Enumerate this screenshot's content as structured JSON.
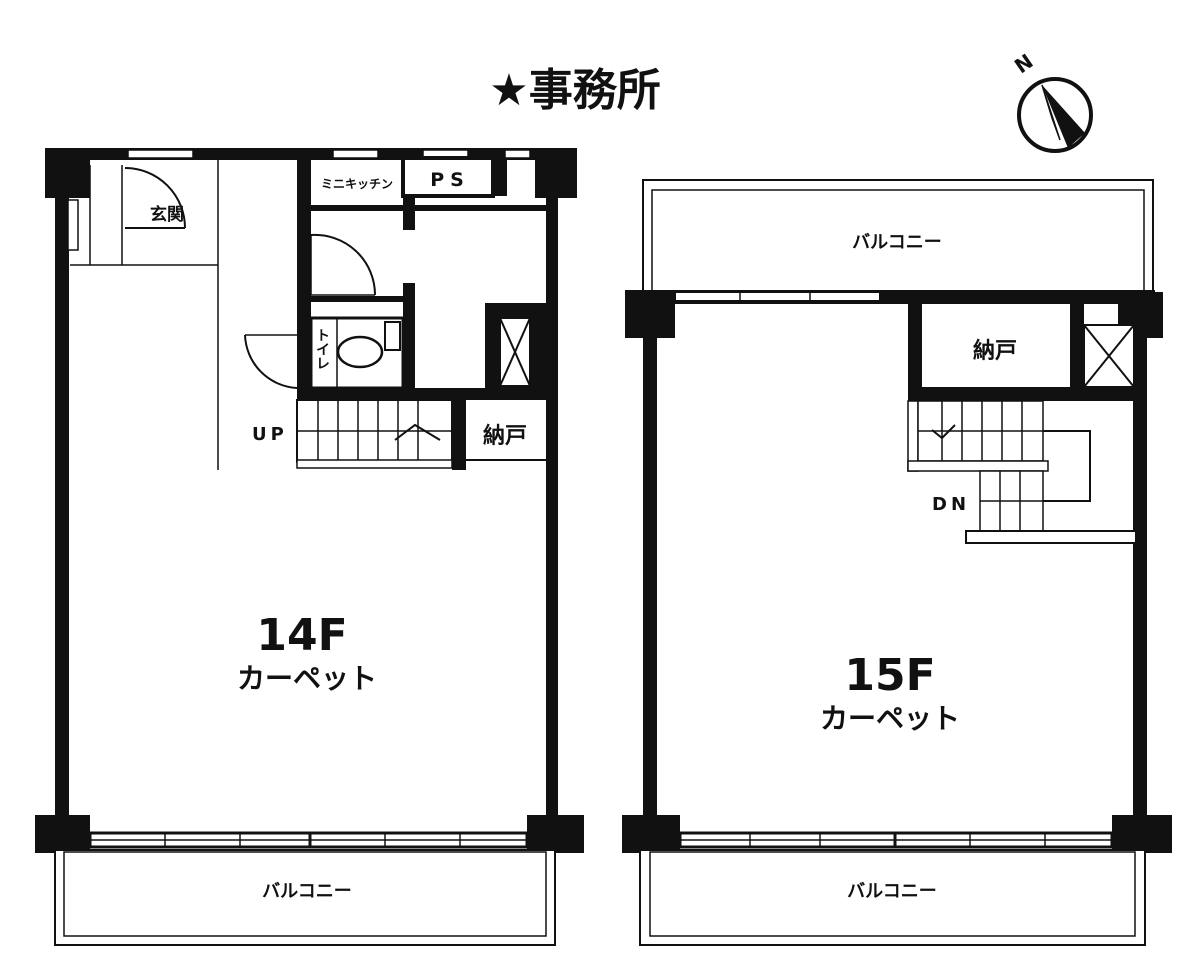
{
  "title": "★事務所",
  "compass": {
    "letter": "N"
  },
  "floor14": {
    "name": "14F",
    "floor_label": "カーペット",
    "entrance": "玄関",
    "kitchen": "ミニキッチン",
    "ps": "PS",
    "toilet": "トイレ",
    "stairs": "UP",
    "storage": "納戸",
    "balcony": "バルコニー"
  },
  "floor15": {
    "name": "15F",
    "floor_label": "カーペット",
    "balcony_top": "バルコニー",
    "storage": "納戸",
    "stairs": "DN",
    "balcony_bottom": "バルコニー"
  },
  "colors": {
    "wall": "#111111",
    "background": "#ffffff",
    "line": "#222222"
  }
}
